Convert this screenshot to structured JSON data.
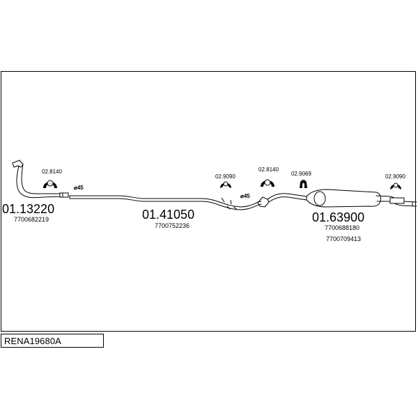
{
  "model_code": "RENA19680A",
  "parts": [
    {
      "number": "01.13220",
      "oem": "7700682219"
    },
    {
      "number": "01.41050",
      "oem": "7700752236"
    },
    {
      "number": "01.63900",
      "oem": "7700688180",
      "oem2": "7700709413"
    }
  ],
  "fittings": [
    {
      "number": "02.8140"
    },
    {
      "number": "02.9090"
    },
    {
      "number": "02.8140"
    },
    {
      "number": "02.9069"
    },
    {
      "number": "02.9090"
    }
  ],
  "diameters": [
    {
      "label": "⌀45"
    },
    {
      "label": "⌀45"
    }
  ]
}
